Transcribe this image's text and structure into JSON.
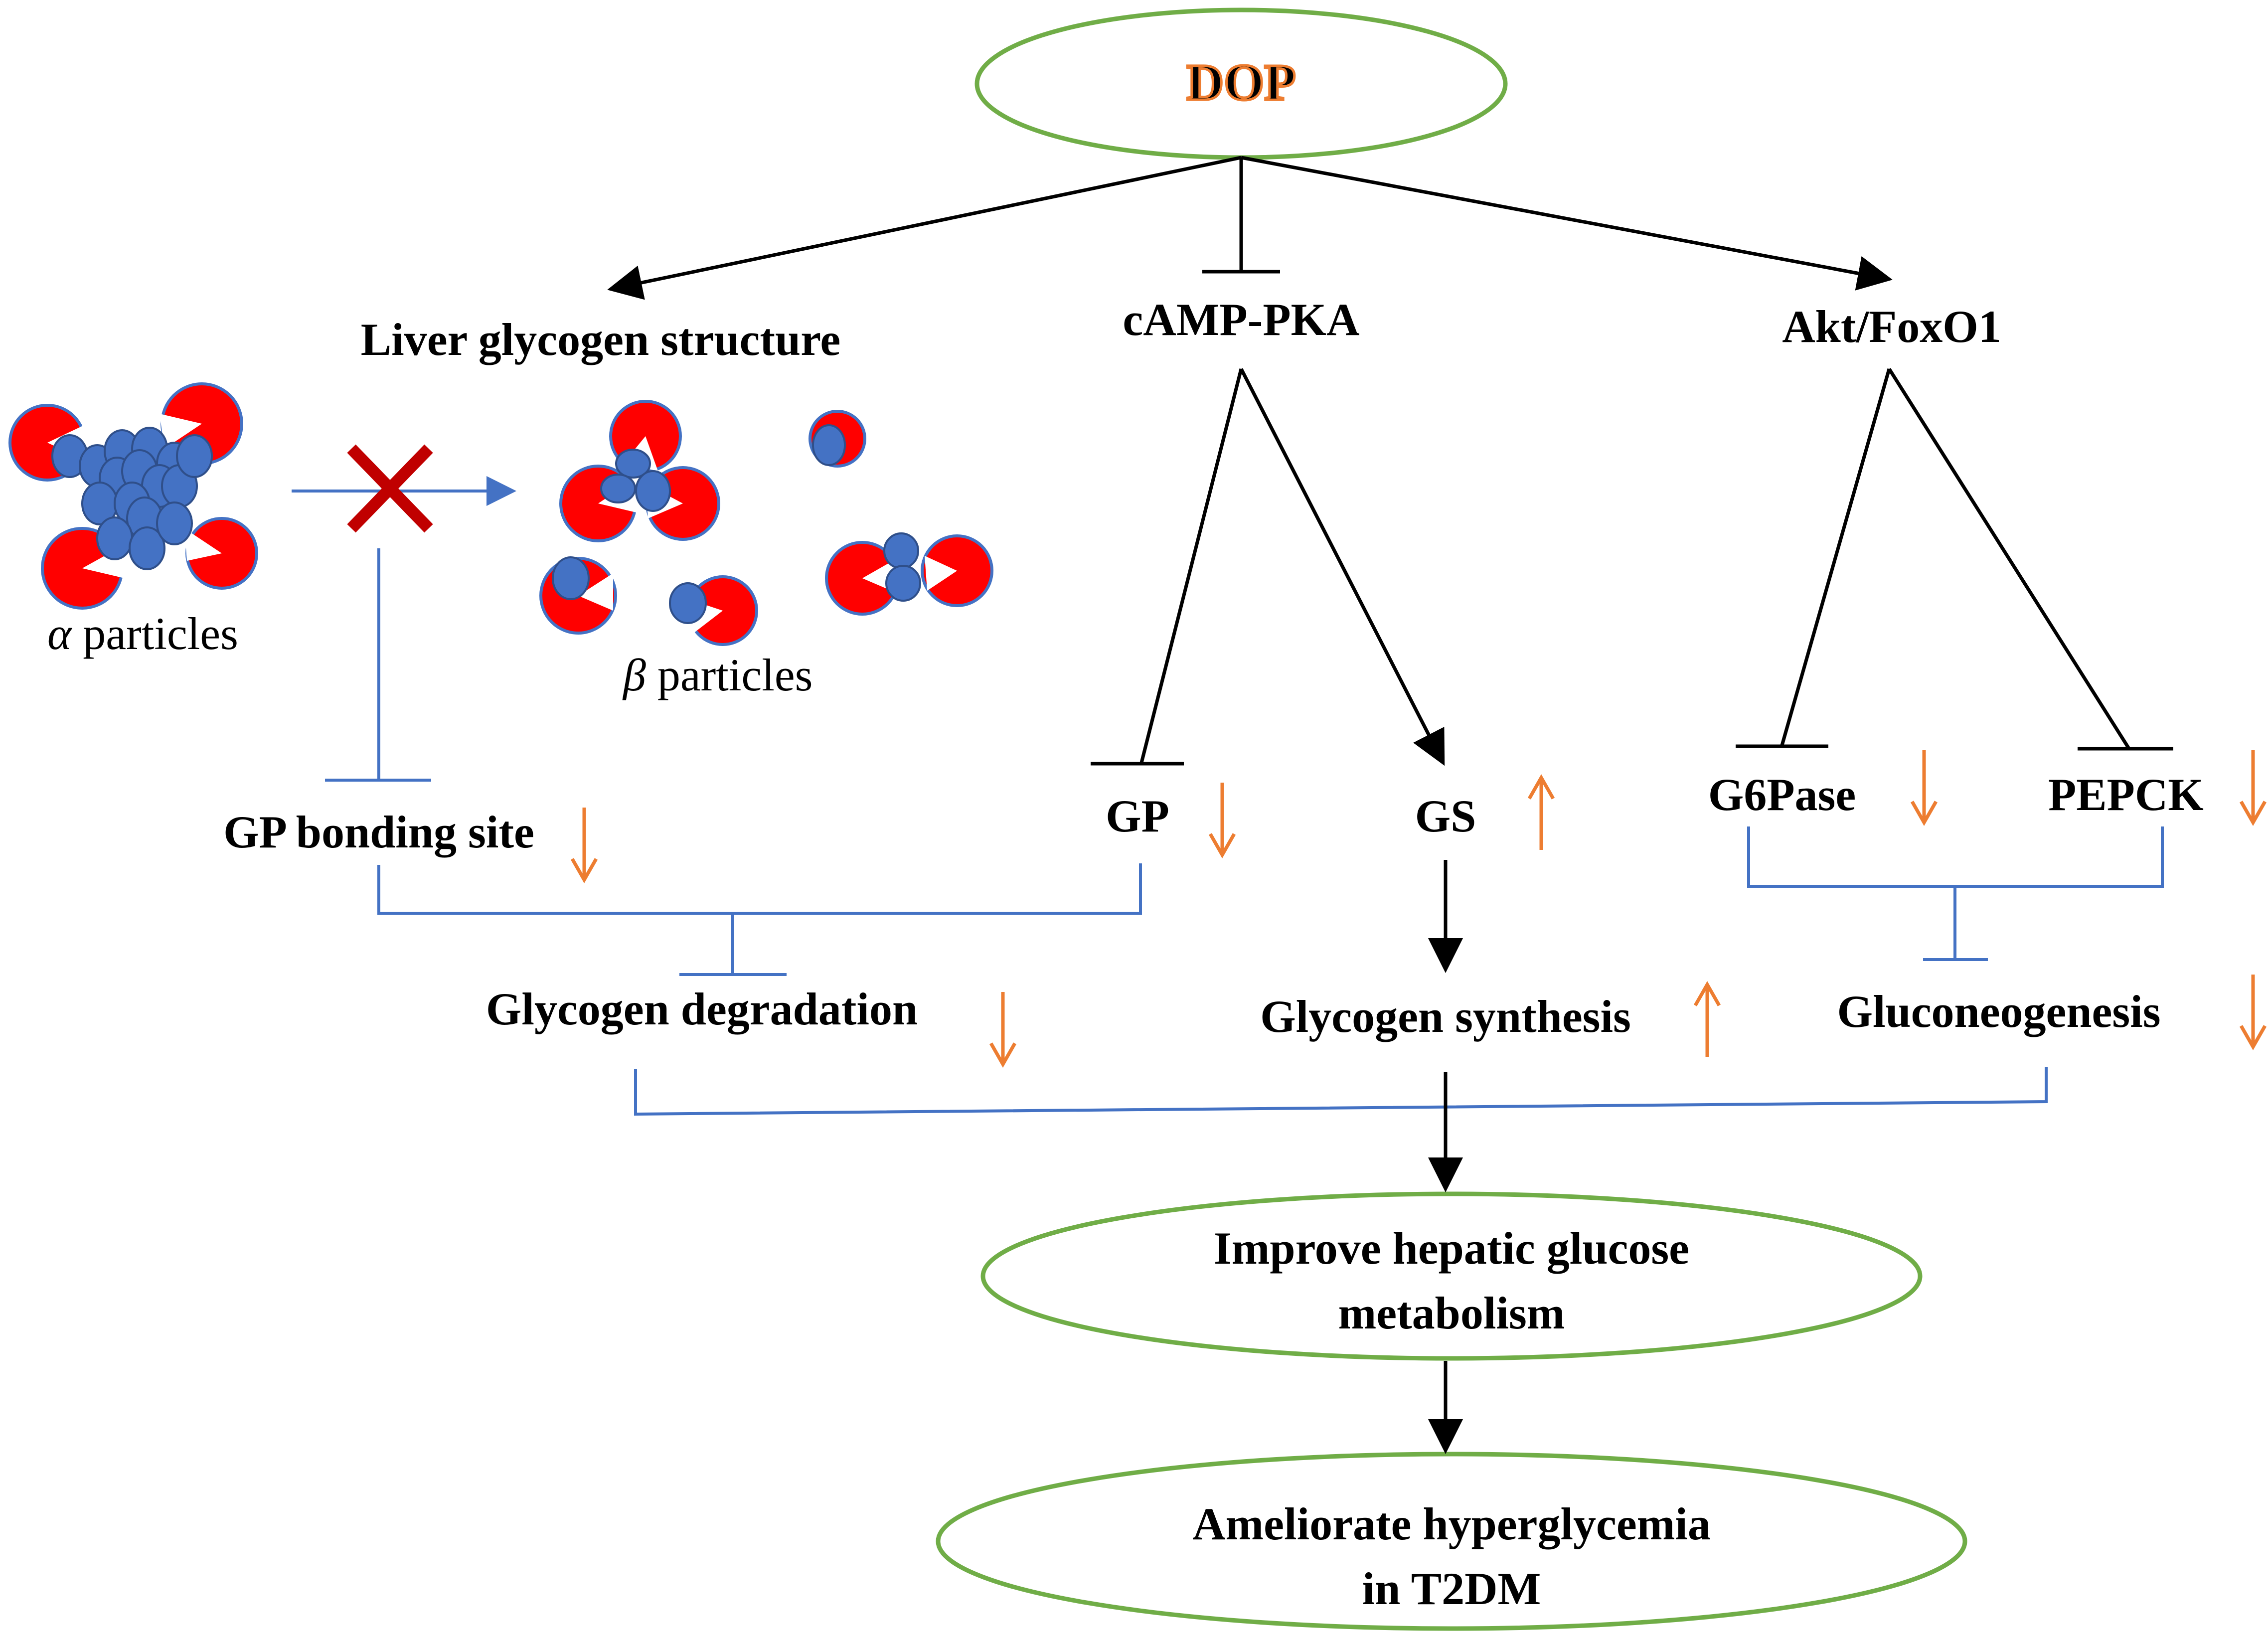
{
  "colors": {
    "ellipse_stroke": "#70ad47",
    "dop_text": "#ed7d31",
    "arrow_black": "#000000",
    "inhibit_blue": "#4472c4",
    "cross_red": "#c00000",
    "pacman_red": "#ff0000",
    "particle_blue": "#4472c4",
    "trend_orange": "#ed7d31"
  },
  "nodes": {
    "dop": "DOP",
    "liver_structure": "Liver glycogen structure",
    "camp_pka": "cAMP-PKA",
    "akt_foxo1": "Akt/FoxO1",
    "alpha_particles": {
      "symbol": "α",
      "text": " particles"
    },
    "beta_particles": {
      "symbol": "β",
      "text": " particles"
    },
    "gp_binding": "GP bonding site",
    "gp": "GP",
    "gs": "GS",
    "g6pase": "G6Pase",
    "pepck": "PEPCK",
    "glycogen_degradation": "Glycogen degradation",
    "glycogen_synthesis": "Glycogen synthesis",
    "gluconeogenesis": "Gluconeogenesis",
    "improve_line1": "Improve hepatic glucose",
    "improve_line2": "metabolism",
    "ameliorate_line1": "Ameliorate hyperglycemia",
    "ameliorate_line2": "in T2DM"
  },
  "trends": {
    "gp_binding": "down",
    "gp": "down",
    "gs": "up",
    "g6pase": "down",
    "pepck": "down",
    "glycogen_degradation": "down",
    "glycogen_synthesis": "up",
    "gluconeogenesis": "down"
  },
  "icons": {
    "cross": "red-x-icon",
    "trend_arrows": "orange-trend-arrow-icon",
    "glycogen": "glycogen-particle-icon"
  }
}
